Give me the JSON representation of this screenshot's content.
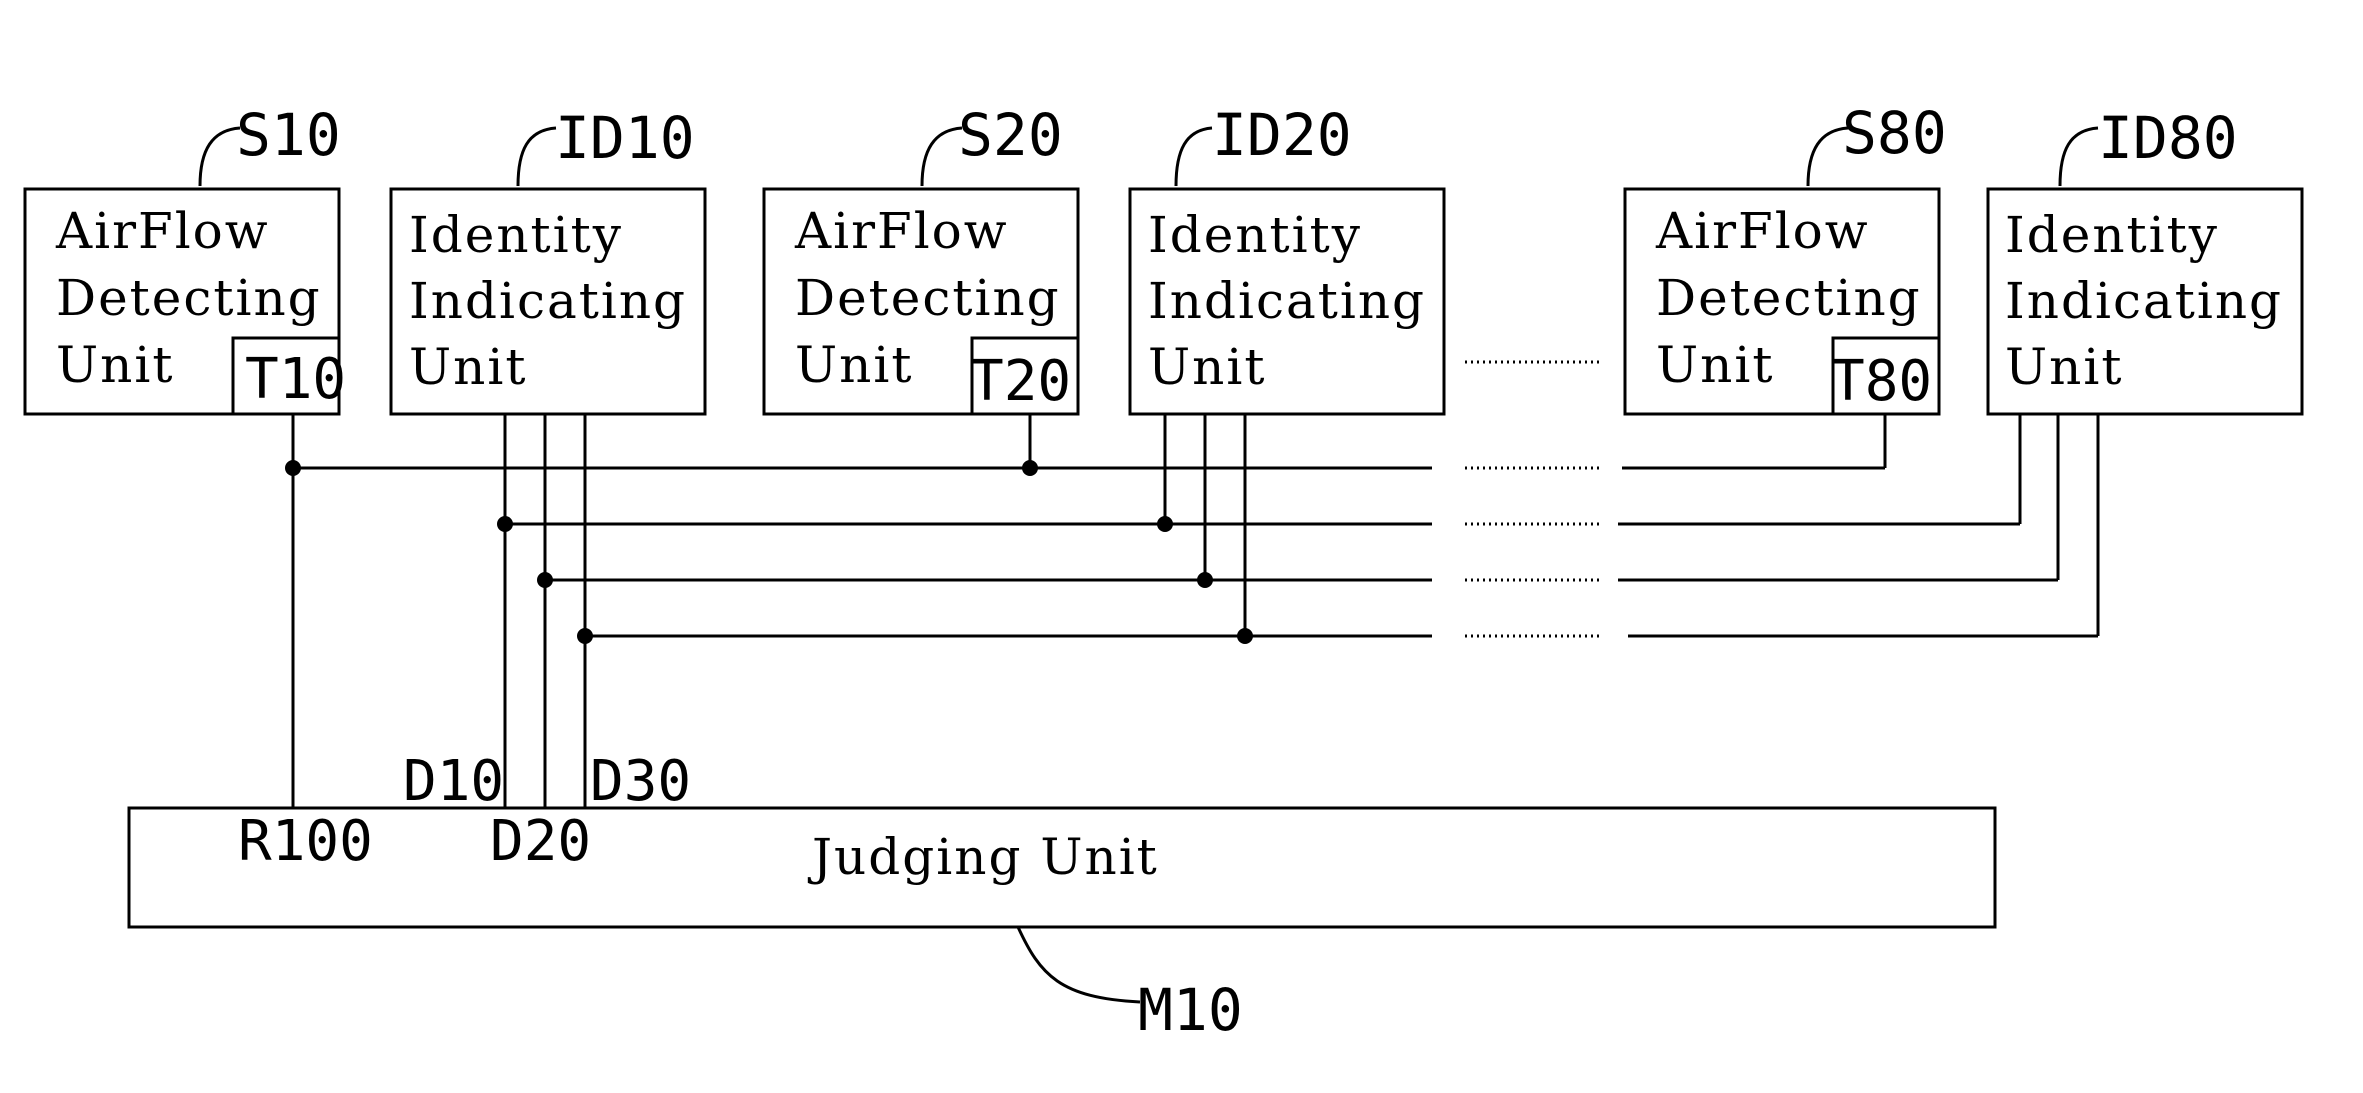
{
  "units": {
    "s10": {
      "ref": "S10",
      "lines": [
        "AirFlow",
        "Detecting",
        "Unit"
      ],
      "port": "T10"
    },
    "id10": {
      "ref": "ID10",
      "lines": [
        "Identity",
        "Indicating",
        "Unit"
      ]
    },
    "s20": {
      "ref": "S20",
      "lines": [
        "AirFlow",
        "Detecting",
        "Unit"
      ],
      "port": "T20"
    },
    "id20": {
      "ref": "ID20",
      "lines": [
        "Identity",
        "Indicating",
        "Unit"
      ]
    },
    "s80": {
      "ref": "S80",
      "lines": [
        "AirFlow",
        "Detecting",
        "Unit"
      ],
      "port": "T80"
    },
    "id80": {
      "ref": "ID80",
      "lines": [
        "Identity",
        "Indicating",
        "Unit"
      ]
    }
  },
  "judging_unit": {
    "ref": "M10",
    "label": "Judging Unit",
    "ports": {
      "r100": "R100",
      "d10": "D10",
      "d20": "D20",
      "d30": "D30"
    }
  }
}
